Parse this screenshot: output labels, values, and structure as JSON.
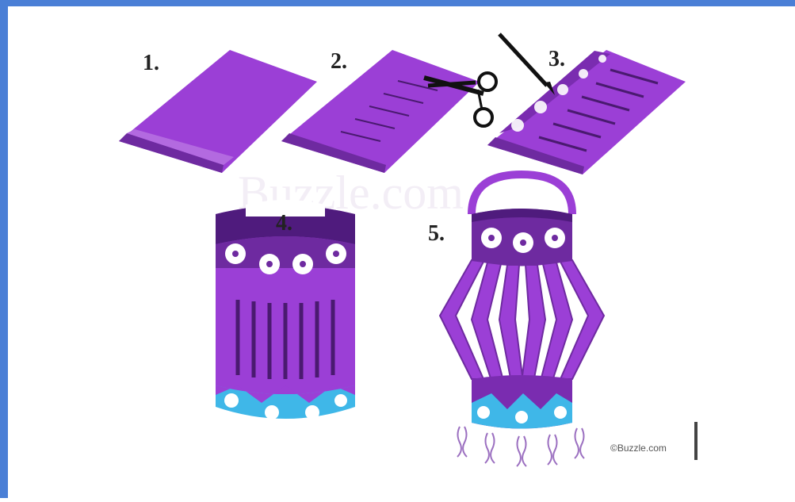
{
  "steps": [
    {
      "label": "1."
    },
    {
      "label": "2."
    },
    {
      "label": "3."
    },
    {
      "label": "4."
    },
    {
      "label": "5."
    }
  ],
  "watermark": "Buzzle.com",
  "credit": "©Buzzle.com",
  "colors": {
    "frame": "#4a7fd6",
    "paper": "#9b3fd6",
    "paper_dark": "#6e2aa0",
    "paper_deep": "#5a1f88",
    "accent_blue": "#3fb7e8",
    "flower": "#ffffff"
  }
}
